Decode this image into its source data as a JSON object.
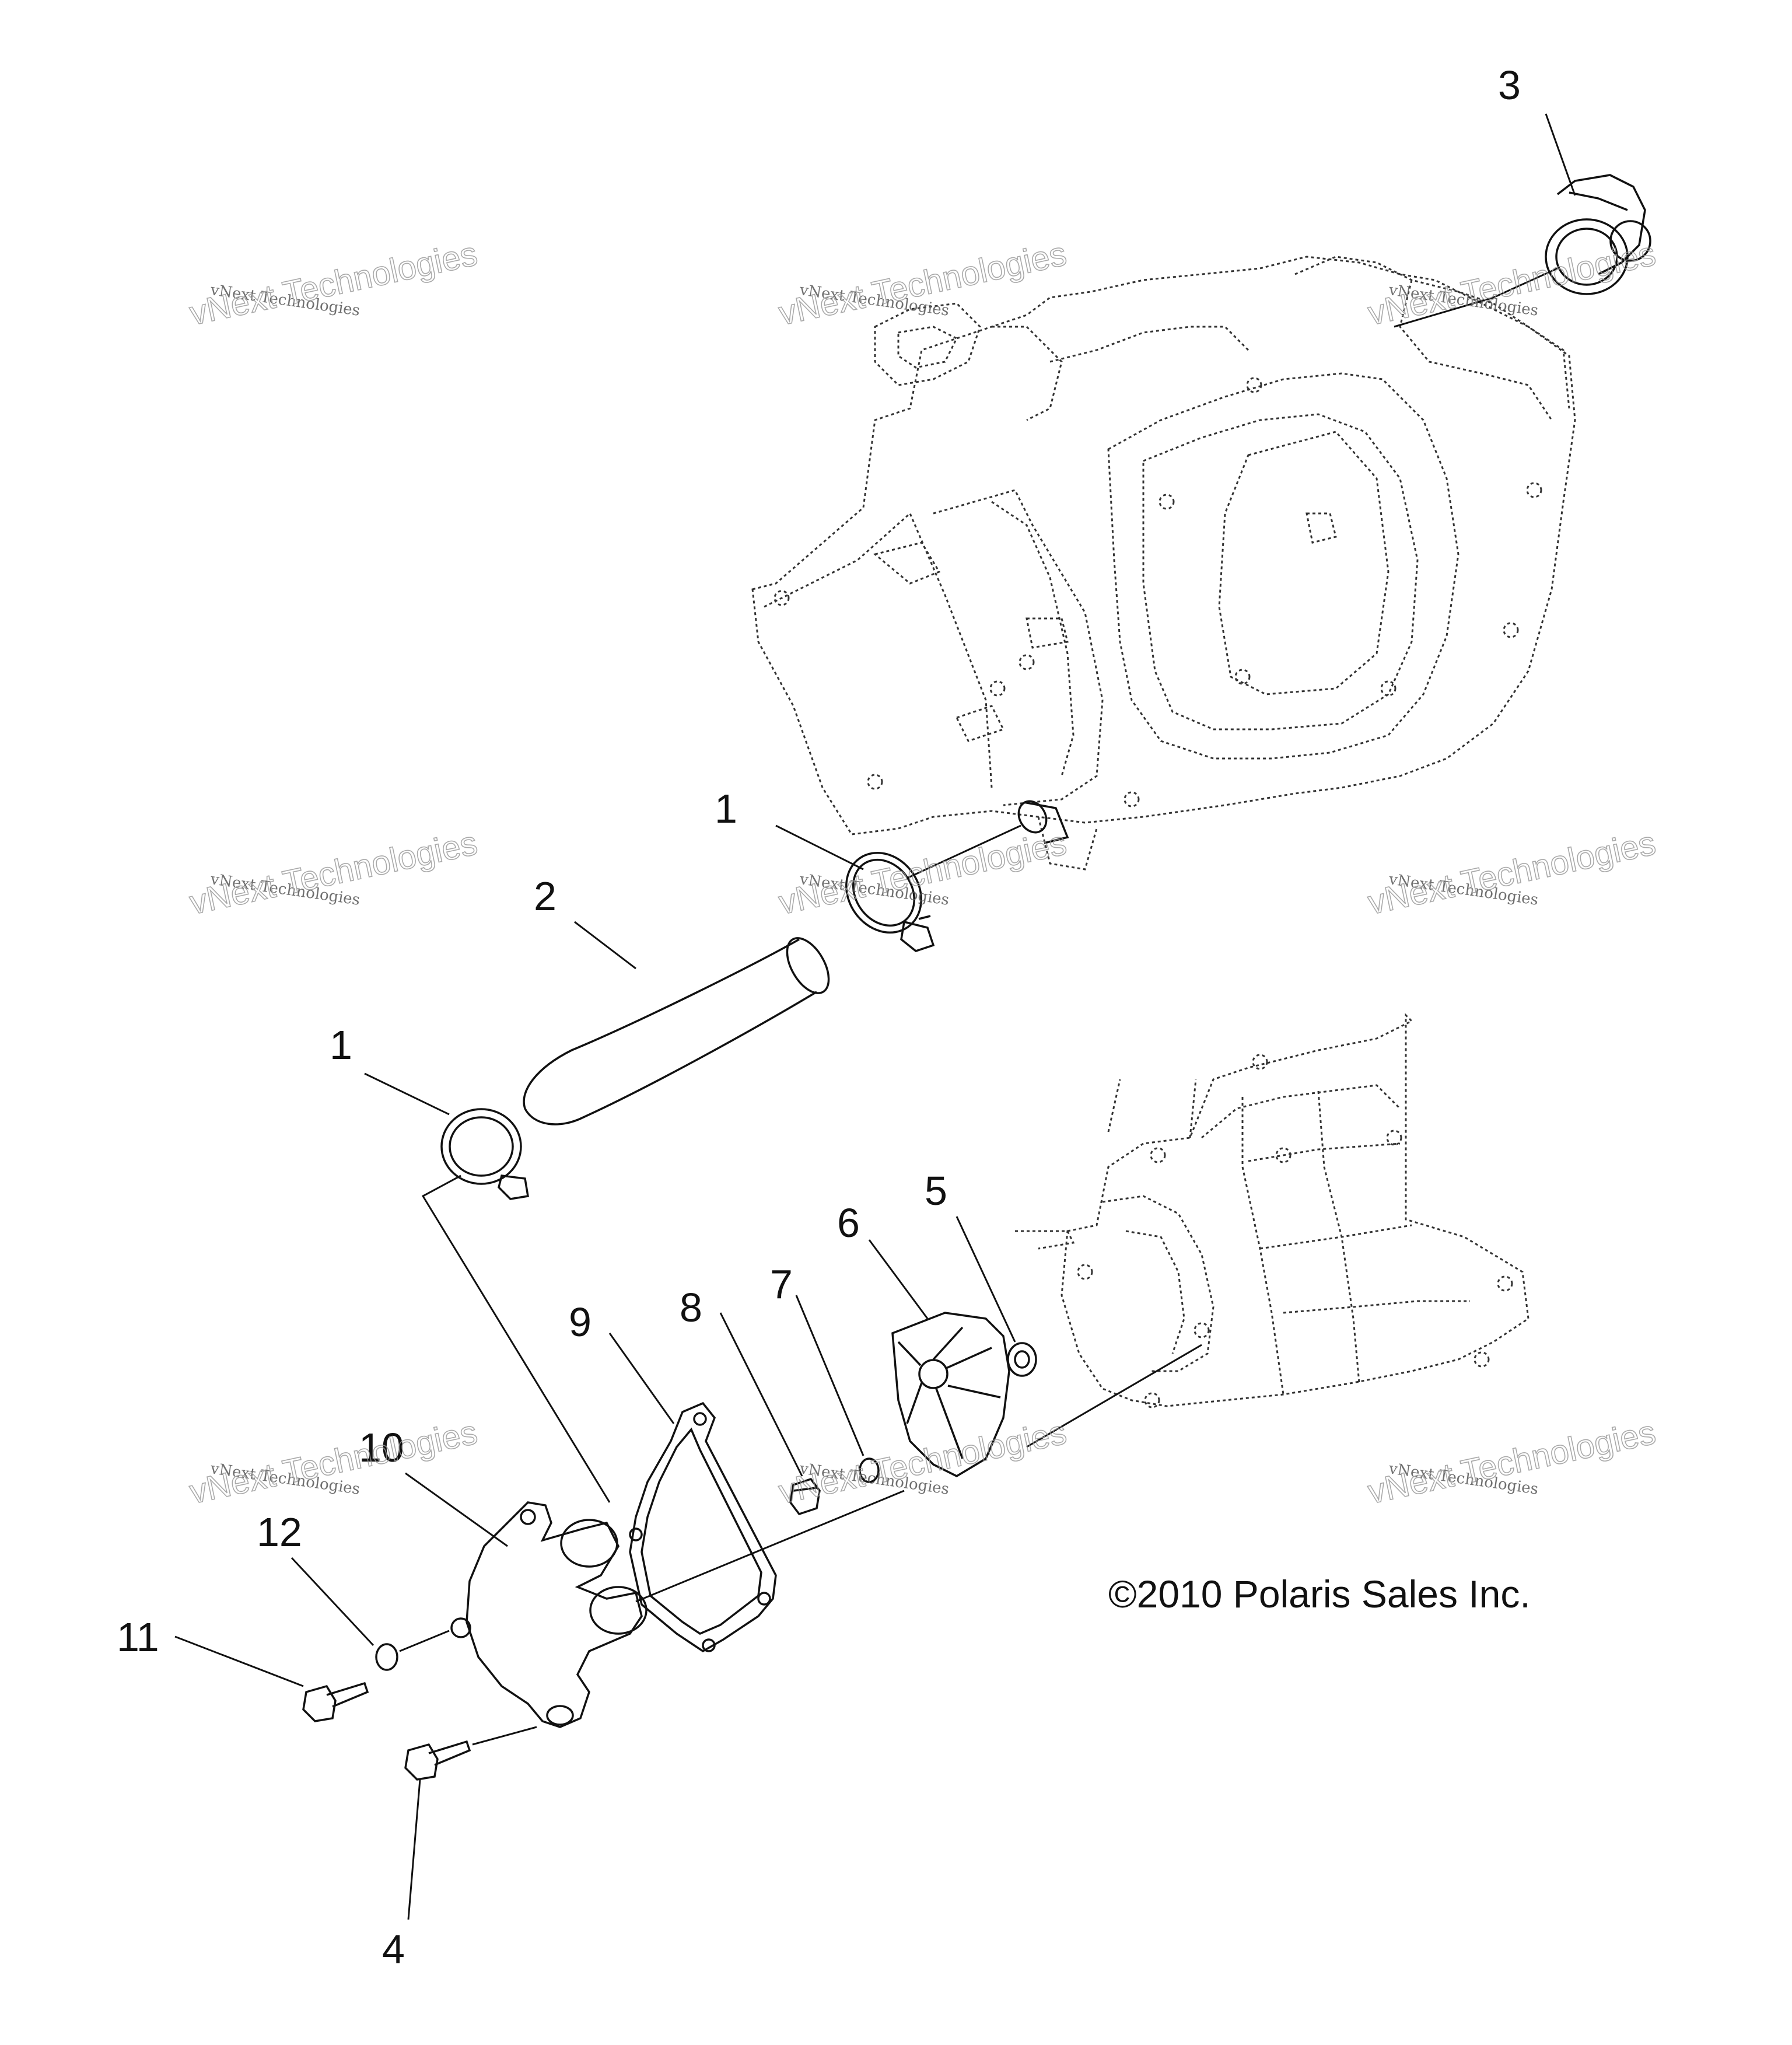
{
  "callouts": [
    {
      "id": "1a",
      "text": "1"
    },
    {
      "id": "1b",
      "text": "1"
    },
    {
      "id": "2",
      "text": "2"
    },
    {
      "id": "3",
      "text": "3"
    },
    {
      "id": "4",
      "text": "4"
    },
    {
      "id": "5",
      "text": "5"
    },
    {
      "id": "6",
      "text": "6"
    },
    {
      "id": "7",
      "text": "7"
    },
    {
      "id": "8",
      "text": "8"
    },
    {
      "id": "9",
      "text": "9"
    },
    {
      "id": "10",
      "text": "10"
    },
    {
      "id": "11",
      "text": "11"
    },
    {
      "id": "12",
      "text": "12"
    }
  ],
  "copyright": "©2010 Polaris Sales Inc.",
  "watermark": {
    "line1": "vNext Technologies",
    "line2": "vNext Technologies"
  }
}
